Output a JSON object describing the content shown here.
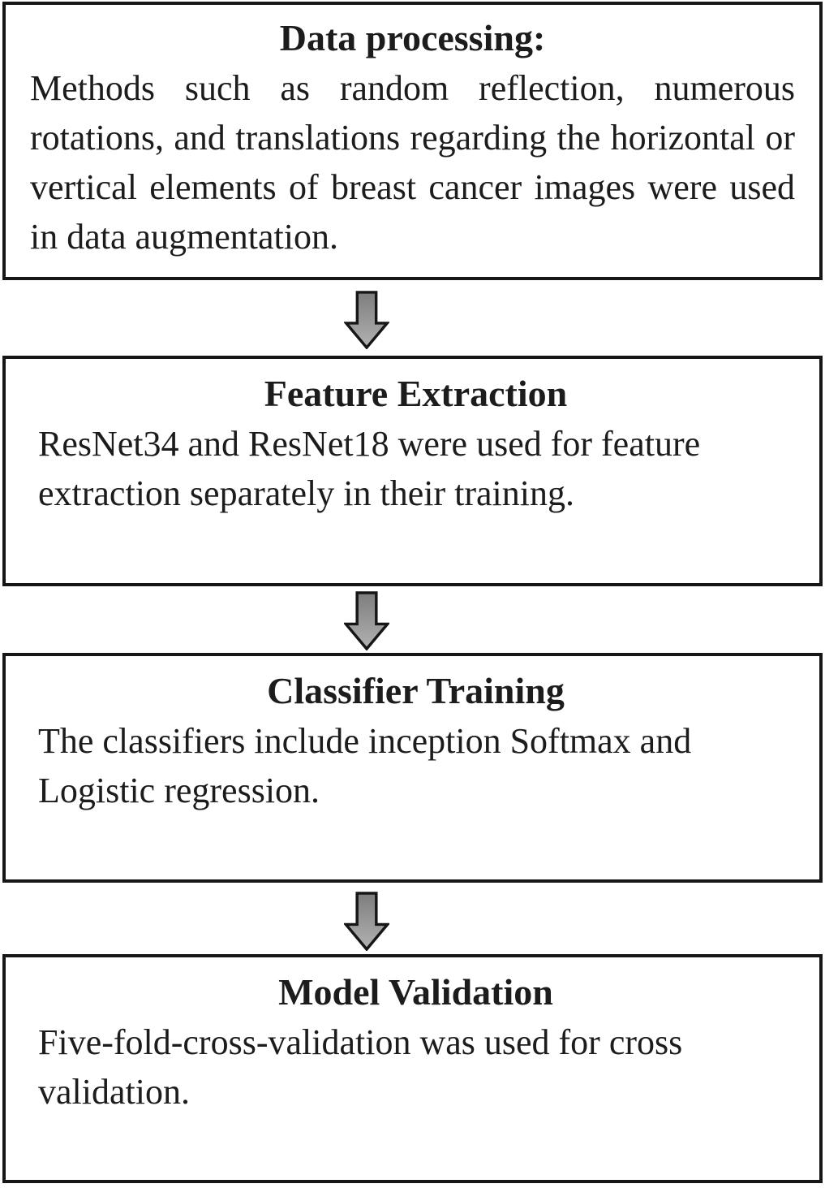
{
  "flow": {
    "steps": [
      {
        "title": "Data processing:",
        "description": "Methods such as random reflection, numerous rotations, and translations regarding the horizontal or vertical elements of breast cancer images were used in data augmentation."
      },
      {
        "title": "Feature Extraction",
        "description": "ResNet34 and ResNet18 were used for feature extraction separately in their training."
      },
      {
        "title": "Classifier Training",
        "description": "The classifiers include inception Softmax and Logistic regression."
      },
      {
        "title": "Model Validation",
        "description": "Five-fold-cross-validation was used for cross validation."
      }
    ],
    "connector_icon": "down-arrow-icon",
    "colors": {
      "box_border": "#161616",
      "text": "#1c1c1c",
      "background": "#ffffff",
      "arrow_fill_top": "#7d7d7d",
      "arrow_fill_bottom": "#b2b2b2",
      "arrow_outline": "#161616"
    }
  }
}
